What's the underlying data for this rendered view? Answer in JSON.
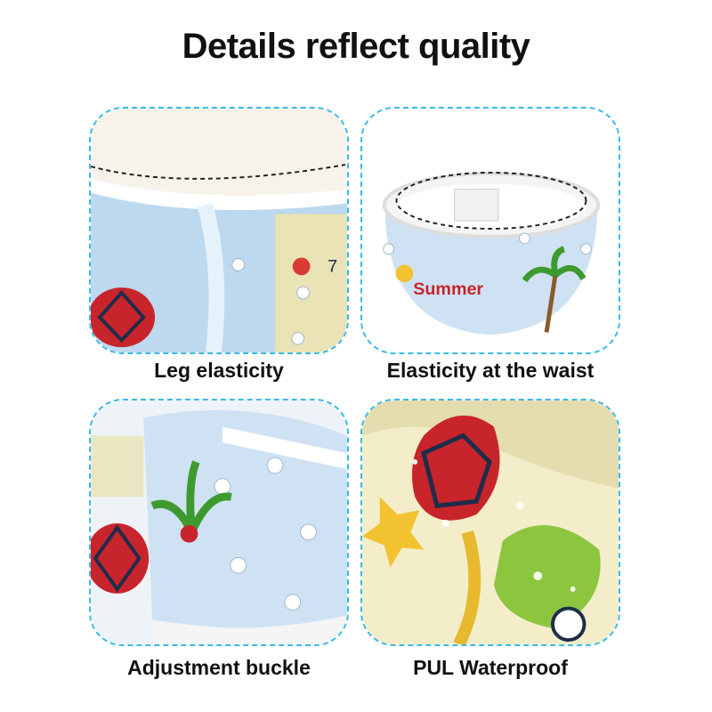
{
  "page": {
    "title": "Details reflect quality",
    "accent_color": "#39b9e8"
  },
  "panels": [
    {
      "caption": "Leg elasticity",
      "icon": "leg-elastic-photo"
    },
    {
      "caption": "Elasticity at the waist",
      "icon": "waist-elastic-photo"
    },
    {
      "caption": "Adjustment buckle",
      "icon": "snap-buttons-photo"
    },
    {
      "caption": "PUL Waterproof",
      "icon": "waterproof-fabric-photo"
    }
  ]
}
